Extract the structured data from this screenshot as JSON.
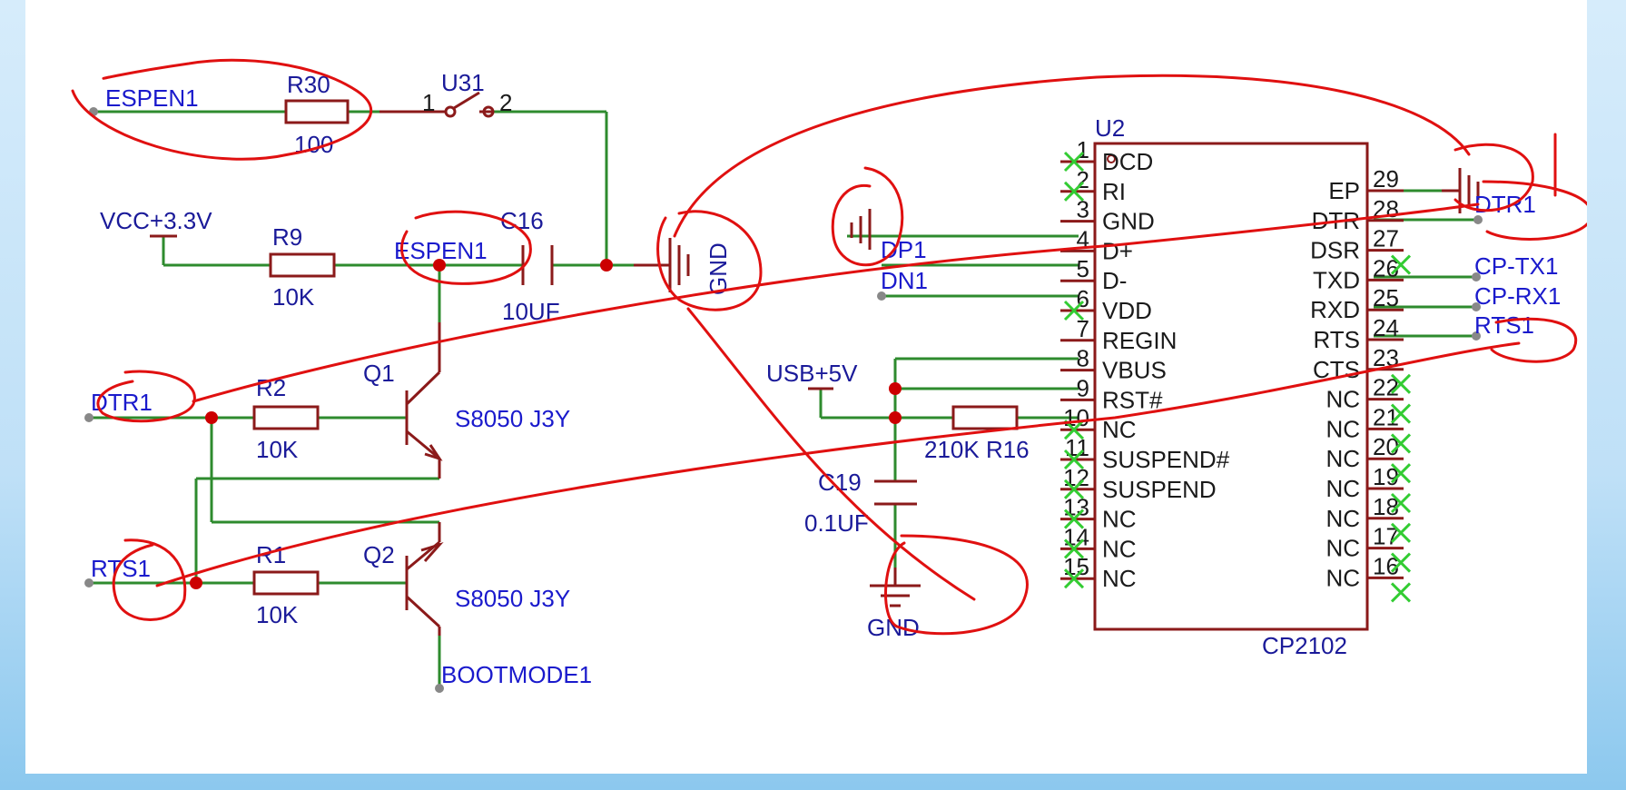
{
  "nets": {
    "espen_top": "ESPEN1",
    "espen_mid": "ESPEN1",
    "vcc": "VCC+3.3V",
    "dtr_left": "DTR1",
    "rts_left": "RTS1",
    "bootmode": "BOOTMODE1",
    "usb5v": "USB+5V",
    "dp": "DP1",
    "dn": "DN1",
    "gnd_rot": "GND",
    "gnd_bottom": "GND",
    "dtr_right": "DTR1",
    "cptx": "CP-TX1",
    "cprx": "CP-RX1",
    "rts_right": "RTS1"
  },
  "components": {
    "r30": {
      "ref": "R30",
      "value": "100"
    },
    "u31": {
      "ref": "U31",
      "pin1": "1",
      "pin2": "2"
    },
    "r9": {
      "ref": "R9",
      "value": "10K"
    },
    "c16": {
      "ref": "C16",
      "value": "10UF"
    },
    "r2": {
      "ref": "R2",
      "value": "10K"
    },
    "r1": {
      "ref": "R1",
      "value": "10K"
    },
    "q1": {
      "ref": "Q1",
      "value": "S8050 J3Y"
    },
    "q2": {
      "ref": "Q2",
      "value": "S8050 J3Y"
    },
    "r16": {
      "label": "210K R16"
    },
    "c19": {
      "ref": "C19",
      "value": "0.1UF"
    },
    "u2": {
      "ref": "U2",
      "value": "CP2102"
    }
  },
  "ic_left_pins": [
    {
      "num": "1",
      "name": "DCD"
    },
    {
      "num": "2",
      "name": "RI"
    },
    {
      "num": "3",
      "name": "GND"
    },
    {
      "num": "4",
      "name": "D+"
    },
    {
      "num": "5",
      "name": "D-"
    },
    {
      "num": "6",
      "name": "VDD"
    },
    {
      "num": "7",
      "name": "REGIN"
    },
    {
      "num": "8",
      "name": "VBUS"
    },
    {
      "num": "9",
      "name": "RST#"
    },
    {
      "num": "10",
      "name": "NC"
    },
    {
      "num": "11",
      "name": "SUSPEND#"
    },
    {
      "num": "12",
      "name": "SUSPEND"
    },
    {
      "num": "13",
      "name": "NC"
    },
    {
      "num": "14",
      "name": "NC"
    },
    {
      "num": "15",
      "name": "NC"
    }
  ],
  "ic_right_pins": [
    {
      "num": "29",
      "name": "EP"
    },
    {
      "num": "28",
      "name": "DTR"
    },
    {
      "num": "27",
      "name": "DSR"
    },
    {
      "num": "26",
      "name": "TXD"
    },
    {
      "num": "25",
      "name": "RXD"
    },
    {
      "num": "24",
      "name": "RTS"
    },
    {
      "num": "23",
      "name": "CTS"
    },
    {
      "num": "22",
      "name": "NC"
    },
    {
      "num": "21",
      "name": "NC"
    },
    {
      "num": "20",
      "name": "NC"
    },
    {
      "num": "19",
      "name": "NC"
    },
    {
      "num": "18",
      "name": "NC"
    },
    {
      "num": "17",
      "name": "NC"
    },
    {
      "num": "16",
      "name": "NC"
    }
  ],
  "colors": {
    "wire": "#2e8b2e",
    "component": "#8b1a1a",
    "net_label": "#1a1acc",
    "annotation": "#e01010",
    "no_connect": "#33cc33"
  }
}
